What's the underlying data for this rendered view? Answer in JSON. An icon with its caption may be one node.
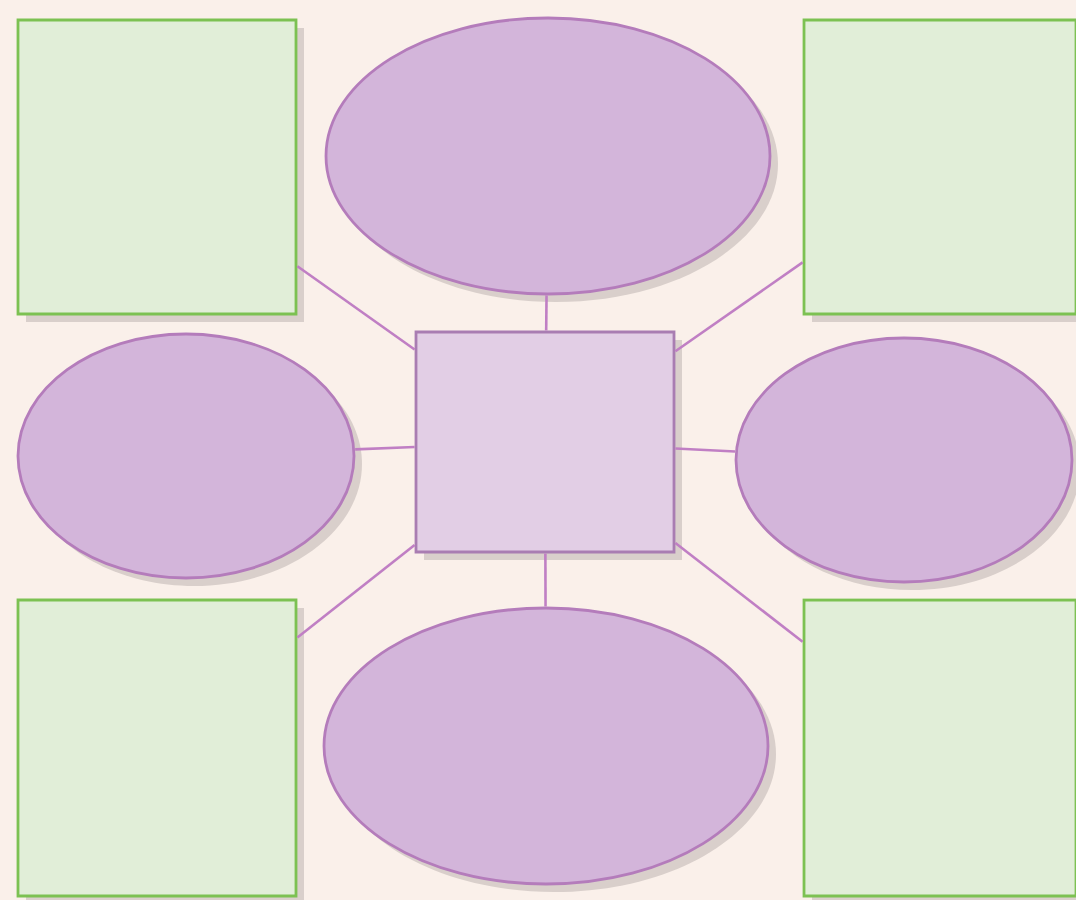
{
  "diagram": {
    "nodes": [
      {
        "text": [],
        "shape": "box"
      },
      {
        "text": [],
        "shape": "ellipse"
      },
      {
        "text": [],
        "shape": "box"
      },
      {
        "text": [],
        "shape": "ellipse"
      },
      {
        "text": [],
        "shape": "box"
      },
      {
        "text": [],
        "shape": "ellipse"
      },
      {
        "text": [],
        "shape": "box"
      },
      {
        "text": [],
        "shape": "ellipse"
      },
      {
        "text": [],
        "shape": "box"
      }
    ],
    "edges": [
      {
        "from": 4,
        "to": 0,
        "arrow": "none"
      },
      {
        "from": 4,
        "to": 1,
        "arrow": "none"
      },
      {
        "from": 4,
        "to": 2,
        "arrow": "none"
      },
      {
        "from": 4,
        "to": 3,
        "arrow": "none"
      },
      {
        "from": 4,
        "to": 5,
        "arrow": "none"
      },
      {
        "from": 4,
        "to": 6,
        "arrow": "none"
      },
      {
        "from": 4,
        "to": 7,
        "arrow": "none"
      },
      {
        "from": 4,
        "to": 8,
        "arrow": "none"
      }
    ]
  }
}
